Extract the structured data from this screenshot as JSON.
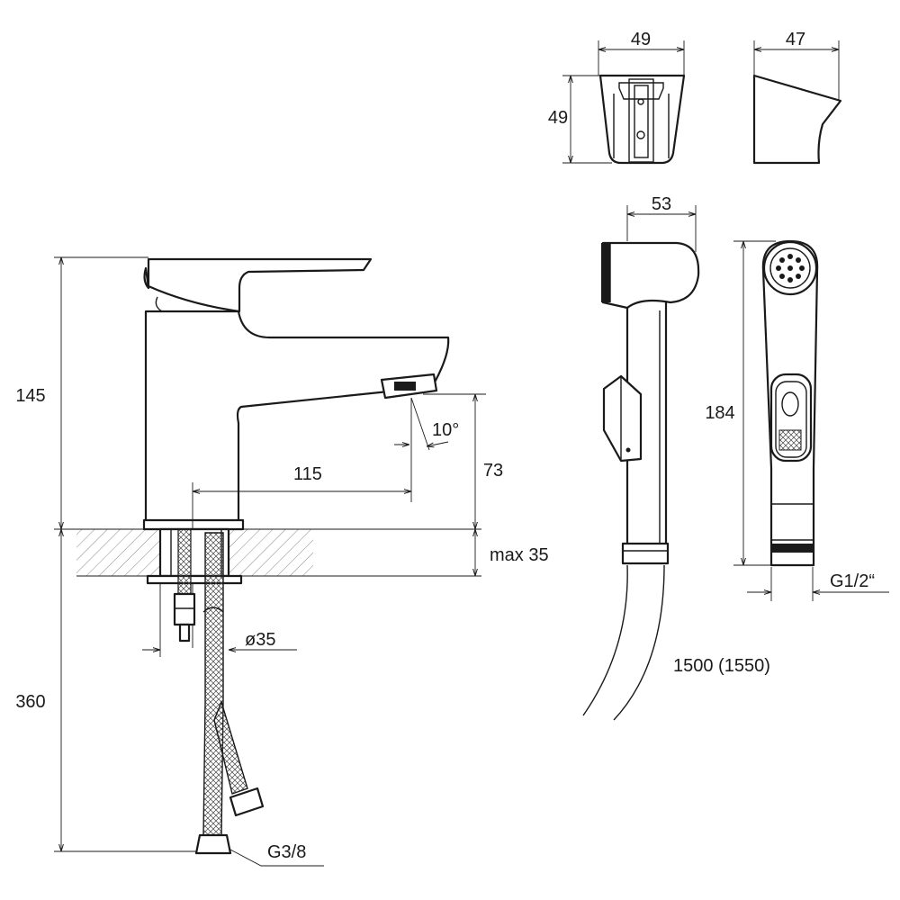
{
  "dimensions": {
    "holder_width": "49",
    "holder_height": "49",
    "holder_depth": "47",
    "head_width": "53",
    "spray_length": "184",
    "spray_thread": "G1/2“",
    "hose_length": "1500 (1550)",
    "faucet_height": "145",
    "hose_length_faucet": "360",
    "spout_reach": "115",
    "spout_angle": "10°",
    "spout_clearance": "73",
    "counter_thickness": "max 35",
    "hole_diameter": "ø35",
    "connector_thread": "G3/8"
  },
  "colors": {
    "line": "#1a1a1a",
    "background": "#ffffff"
  }
}
